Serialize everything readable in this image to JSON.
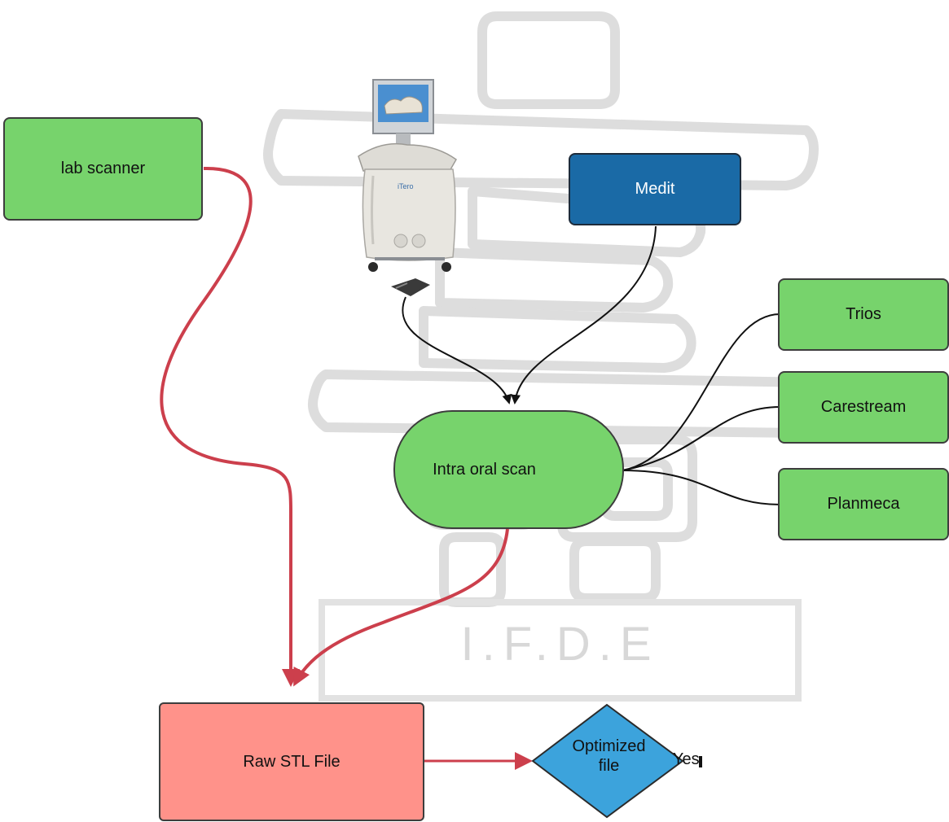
{
  "nodes": {
    "lab_scanner": "lab scanner",
    "medit": "Medit",
    "trios": "Trios",
    "carestream": "Carestream",
    "planmeca": "Planmeca",
    "intra_oral_scan": "Intra oral scan",
    "raw_stl_file": "Raw STL File",
    "optimized_file_line1": "Optimized",
    "optimized_file_line2": "file",
    "yes": "Yes"
  },
  "watermark": {
    "text": "I.F.D.E"
  },
  "device": {
    "brand": "iTero"
  },
  "colors": {
    "green_node": "#77d36c",
    "blue_node": "#1a6aa6",
    "red_node": "#ff928a",
    "diamond": "#3ca3dc",
    "red_connector": "#cc3f4c",
    "black_connector": "#111111"
  }
}
